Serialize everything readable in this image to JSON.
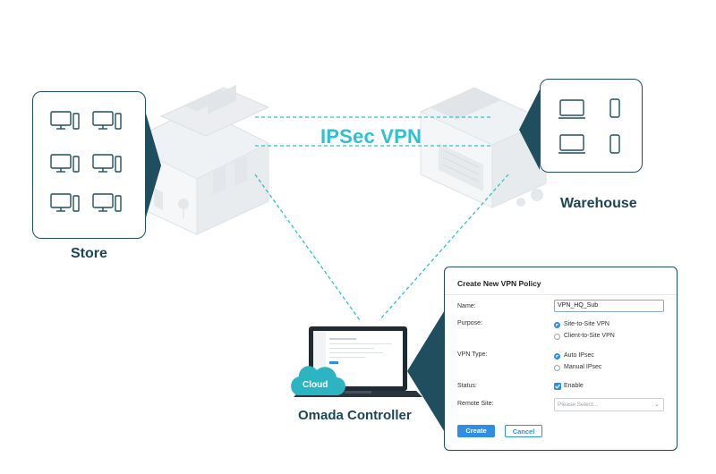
{
  "vpn_label": "IPSec VPN",
  "sites": {
    "store": "Store",
    "warehouse": "Warehouse",
    "controller": "Omada Controller"
  },
  "cloud_label": "Cloud",
  "dialog": {
    "title": "Create New VPN Policy",
    "name_label": "Name:",
    "name_value": "VPN_HQ_Sub",
    "purpose_label": "Purpose:",
    "purpose_options": [
      "Site-to-Site VPN",
      "Client-to-Site VPN"
    ],
    "vpn_type_label": "VPN Type:",
    "vpn_type_options": [
      "Auto IPsec",
      "Manual IPsec"
    ],
    "status_label": "Status:",
    "status_value": "Enable",
    "remote_site_label": "Remote Site:",
    "remote_site_placeholder": "Please Select...",
    "create_button": "Create",
    "cancel_button": "Cancel"
  },
  "colors": {
    "accent": "#2cc2ce",
    "dark": "#1d4656",
    "primary_button": "#2f8de4"
  }
}
